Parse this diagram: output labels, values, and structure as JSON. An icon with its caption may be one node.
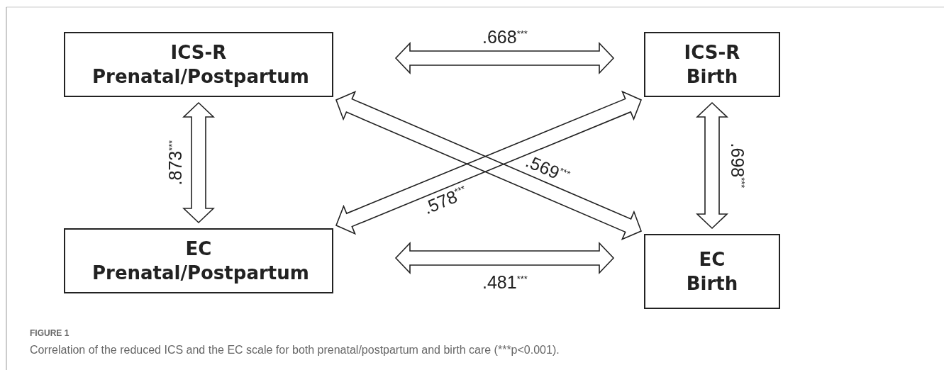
{
  "diagram": {
    "caption": "Correlation of the reduced ICS and the EC scale for both prenatal/postpartum and birth care (***p<0.001).",
    "nodes": [
      {
        "text": [
          "ICS-R Prenatal/Postpartum"
        ]
      },
      {
        "text": [
          "ICS-R Birth"
        ]
      },
      {
        "text": [
          "EC Prenatal/Postpartum"
        ]
      },
      {
        "text": [
          "EC Birth"
        ]
      }
    ],
    "edges": [
      {
        "from": 0,
        "to": 1,
        "arrow": "both",
        "label": ".668$^{***}$"
      },
      {
        "from": 0,
        "to": 2,
        "arrow": "both",
        "label": ".873$^{***}$"
      },
      {
        "from": 0,
        "to": 3,
        "arrow": "both",
        "label": ".569$^{***}$"
      },
      {
        "from": 2,
        "to": 1,
        "arrow": "both",
        "label": ".578$^{***}$"
      },
      {
        "from": 1,
        "to": 3,
        "arrow": "both",
        "label": ".698$^{***}$"
      },
      {
        "from": 2,
        "to": 3,
        "arrow": "both",
        "label": ".481$^{***}$"
      }
    ],
    "labels": [
      "FIGURE 1"
    ]
  }
}
